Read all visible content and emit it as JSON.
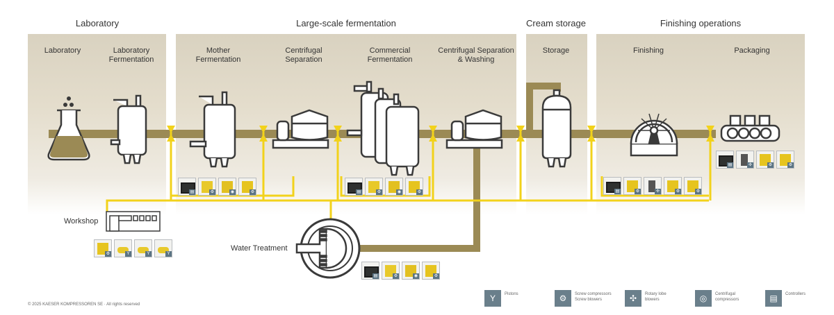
{
  "sections": [
    {
      "id": "laboratory",
      "title": "Laboratory"
    },
    {
      "id": "large-scale",
      "title": "Large-scale fermentation"
    },
    {
      "id": "cream-storage",
      "title": "Cream storage"
    },
    {
      "id": "finishing",
      "title": "Finishing operations"
    }
  ],
  "steps": [
    {
      "label": "Laboratory"
    },
    {
      "label": "Laboratory\nFermentation"
    },
    {
      "label": "Mother\nFermentation"
    },
    {
      "label": "Centrifugal\nSeparation"
    },
    {
      "label": "Commercial\nFermentation"
    },
    {
      "label": "Centrifugal Separation\n& Washing"
    },
    {
      "label": "Storage"
    },
    {
      "label": "Finishing"
    },
    {
      "label": "Packaging"
    }
  ],
  "side_stations": {
    "workshop": "Workshop",
    "water_treatment": "Water Treatment"
  },
  "equipment_groups": {
    "mother_fermentation": [
      "controller",
      "screw-blower",
      "centrifugal",
      "screw-compressor"
    ],
    "commercial_fermentation": [
      "controller",
      "screw-blower",
      "centrifugal",
      "screw-compressor"
    ],
    "finishing": [
      "controller",
      "screw-compressor",
      "rotary-lobe-blower",
      "screw-compressor",
      "screw-compressor"
    ],
    "packaging": [
      "controller",
      "rotary-lobe-blower",
      "screw-compressor",
      "screw-compressor"
    ],
    "workshop": [
      "screw-compressor",
      "piston",
      "piston",
      "piston"
    ],
    "water_treatment": [
      "controller",
      "screw-blower",
      "centrifugal",
      "screw-compressor"
    ]
  },
  "badges": {
    "controller": "▤",
    "screw-blower": "⚙",
    "centrifugal": "◉",
    "screw-compressor": "⚙",
    "rotary-lobe-blower": "✣",
    "piston": "Y"
  },
  "legend": [
    {
      "icon": "pistons-icon",
      "glyph": "Y",
      "label": "Pistons"
    },
    {
      "icon": "screw-icon",
      "glyph": "⚙",
      "label": "Screw compressors\nScrew blowers"
    },
    {
      "icon": "rotary-lobe-icon",
      "glyph": "✣",
      "label": "Rotary lobe\nblowers"
    },
    {
      "icon": "centrifugal-icon",
      "glyph": "◎",
      "label": "Centrifugal\ncompressors"
    },
    {
      "icon": "controllers-icon",
      "glyph": "▤",
      "label": "Controllers"
    }
  ],
  "colors": {
    "product_pipe": "#9b8a55",
    "air_line": "#f2d21b",
    "panel": "#ddd6c4",
    "legend_icon": "#6a7f8b"
  },
  "copyright": "© 2025 KAESER KOMPRESSOREN SE · All rights reserved"
}
